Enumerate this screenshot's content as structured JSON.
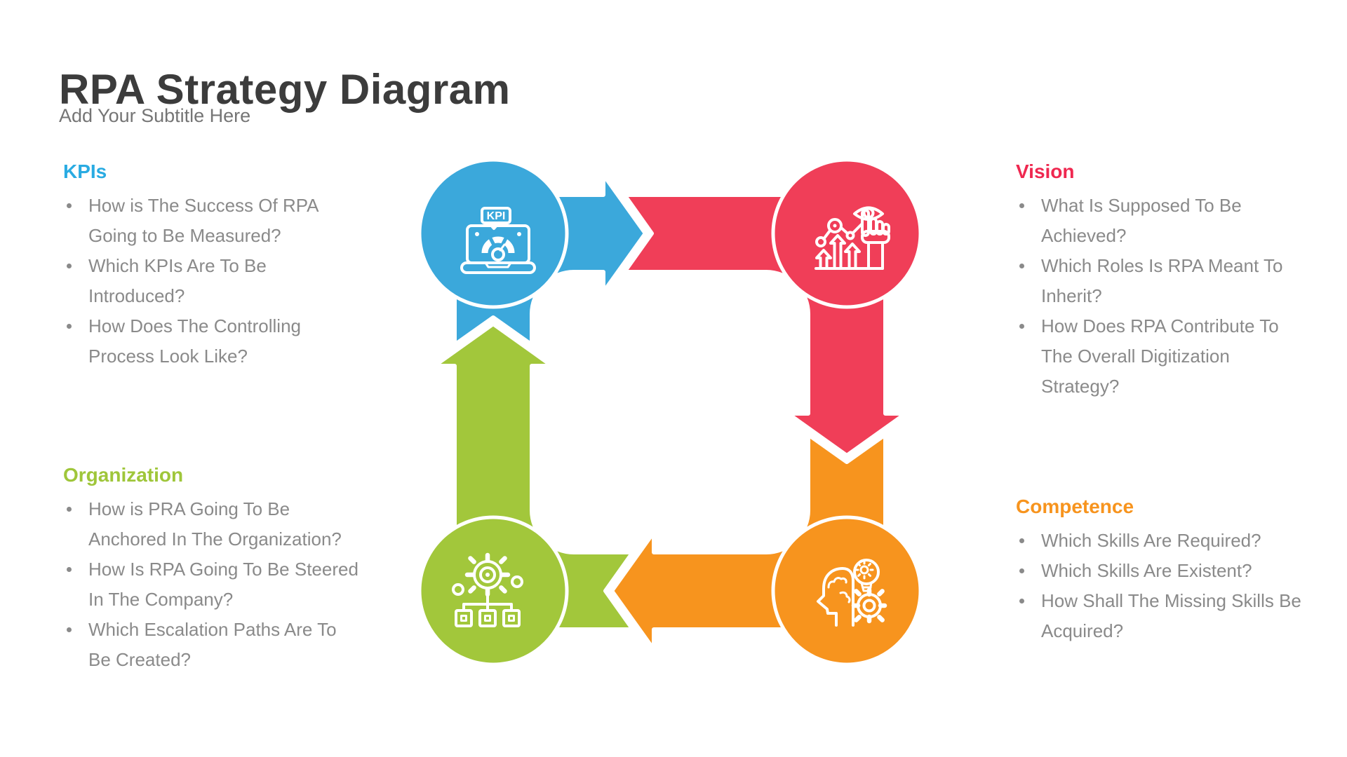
{
  "page": {
    "title": "RPA Strategy Diagram",
    "subtitle": "Add Your Subtitle Here"
  },
  "palette": {
    "blue": "#3BA8DB",
    "red": "#F03E58",
    "green": "#A2C73B",
    "orange": "#F7941E",
    "heading_blue": "#29ABE2",
    "heading_red": "#EF2850",
    "heading_green": "#9FC63A",
    "heading_orange": "#F7941E",
    "body_text": "#8A8A8A",
    "title_text": "#3C3C3C",
    "subtitle_text": "#757575"
  },
  "diagram": {
    "kpi_badge": "KPI",
    "nodes": [
      {
        "id": "kpis",
        "icon": "kpi-laptop-gauge-icon"
      },
      {
        "id": "vision",
        "icon": "vision-eye-hand-growth-chart-icon"
      },
      {
        "id": "organization",
        "icon": "organization-gear-hierarchy-icon"
      },
      {
        "id": "competence",
        "icon": "competence-head-gears-lightbulb-icon"
      }
    ]
  },
  "sections": {
    "kpis": {
      "heading": "KPIs",
      "bullets": [
        {
          "lines": [
            "How is The Success Of RPA",
            "Going to Be Measured?"
          ]
        },
        {
          "lines": [
            "Which KPIs Are To Be",
            "Introduced?"
          ]
        },
        {
          "lines": [
            "How Does The Controlling",
            "Process Look Like?"
          ]
        }
      ]
    },
    "vision": {
      "heading": "Vision",
      "bullets": [
        {
          "lines": [
            "What Is Supposed To Be",
            "Achieved?"
          ]
        },
        {
          "lines": [
            "Which Roles Is RPA Meant To",
            "Inherit?"
          ]
        },
        {
          "lines": [
            "How Does RPA Contribute To",
            "The Overall Digitization",
            "Strategy?"
          ]
        }
      ]
    },
    "organization": {
      "heading": "Organization",
      "bullets": [
        {
          "lines": [
            "How is PRA Going To Be",
            "Anchored In The Organization?"
          ]
        },
        {
          "lines": [
            "How Is RPA Going To Be Steered",
            "In The Company?"
          ]
        },
        {
          "lines": [
            "Which Escalation Paths Are To",
            "Be Created?"
          ]
        }
      ]
    },
    "competence": {
      "heading": "Competence",
      "bullets": [
        {
          "lines": [
            "Which Skills Are Required?"
          ]
        },
        {
          "lines": [
            "Which Skills Are Existent?"
          ]
        },
        {
          "lines": [
            "How Shall The Missing Skills Be",
            "Acquired?"
          ]
        }
      ]
    }
  }
}
